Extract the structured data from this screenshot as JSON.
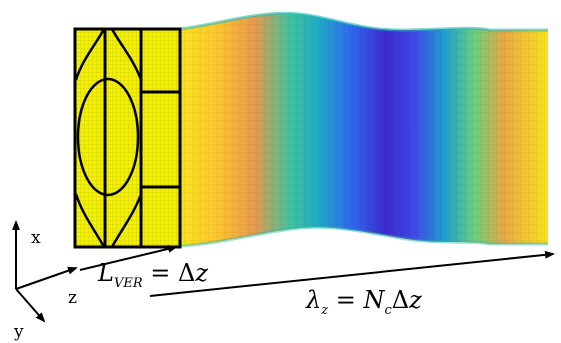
{
  "axes_labels": {
    "x": "x",
    "y": "y",
    "z": "z"
  },
  "annotations": {
    "l_ver": {
      "symbol": "L",
      "subscript": "VER",
      "relation": " = Δ",
      "variable": "z"
    },
    "lambda_z": {
      "symbol": "λ",
      "subscript": "z",
      "relation": " = ",
      "rhs_symbol": "N",
      "rhs_subscript": "c",
      "rhs_delta": "Δ",
      "rhs_variable": "z"
    }
  },
  "colors": {
    "colormap": [
      "#f9e11e",
      "#fcb936",
      "#e99a4c",
      "#4ac2a2",
      "#1fa8c8",
      "#2f6bf0",
      "#3f4ae8",
      "#3d27d0",
      "#4433b8"
    ],
    "cell_fill": "#f3f000",
    "cell_outline": "#000000",
    "arrow": "#000000"
  }
}
